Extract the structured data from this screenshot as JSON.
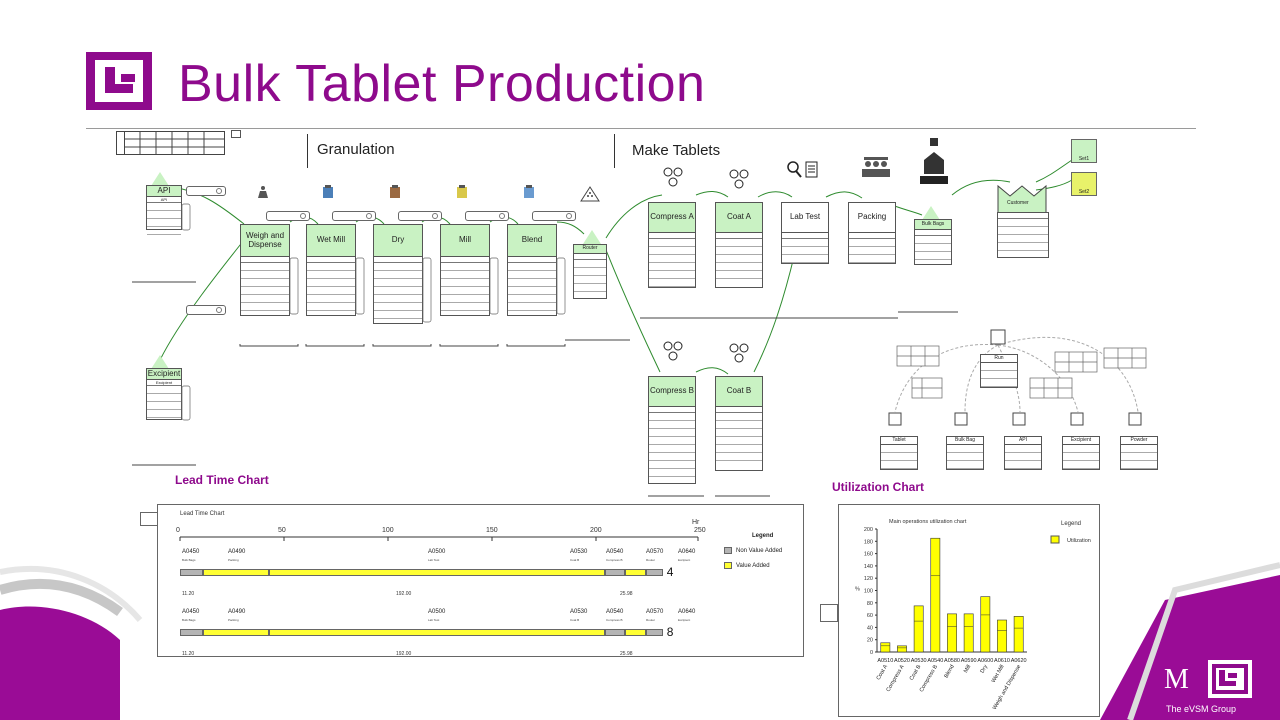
{
  "title": "Bulk Tablet Production",
  "sections": [
    "Granulation",
    "Make Tablets"
  ],
  "suppliers": [
    "API",
    "Excipient"
  ],
  "processes_granulation": [
    "Weigh and Dispense",
    "Wet Mill",
    "Dry",
    "Mill",
    "Blend"
  ],
  "processes_tablets_top": [
    "Compress A",
    "Coat A",
    "Lab Test",
    "Packing"
  ],
  "processes_tablets_bottom": [
    "Compress B",
    "Coat B"
  ],
  "inventory": [
    "Router",
    "Bulk Bags",
    "Customer"
  ],
  "shipments": [
    "Set1",
    "Set2"
  ],
  "bom_nodes": [
    "Run",
    "Tablet",
    "Bulk Bag",
    "API",
    "Excipient",
    "Powder"
  ],
  "charts": {
    "lead_time_title": "Lead Time Chart",
    "utilization_title": "Utilization Chart"
  },
  "lead_time_chart": {
    "inner_title": "Lead Time Chart",
    "axis_ticks": [
      "0",
      "50",
      "100",
      "150",
      "200",
      "250"
    ],
    "axis_unit": "Hr",
    "legend_title": "Legend",
    "legend_items": [
      {
        "label": "Non Value Added",
        "color": "#b4b4b4"
      },
      {
        "label": "Value Added",
        "color": "#ffff33"
      }
    ],
    "activities": [
      "A0450",
      "A0490",
      "A0500",
      "A0530",
      "A0540",
      "A0570",
      "A0640"
    ],
    "activity_subs": [
      "Bulk Bags",
      "Packing",
      "Lab Test",
      "Coat B",
      "Compress B",
      "Router",
      "Excipient"
    ],
    "rows": [
      {
        "count": "4",
        "values": [
          "11.20",
          "192.00",
          "25.98"
        ]
      },
      {
        "count": "8",
        "values": [
          "11.20",
          "192.00",
          "25.98"
        ]
      }
    ]
  },
  "chart_data": {
    "type": "bar",
    "title": "Main operations utilization chart",
    "legend_title": "Legend",
    "series": [
      {
        "name": "Utilization",
        "values": [
          15,
          10,
          75,
          185,
          62,
          62,
          90,
          52,
          58
        ]
      }
    ],
    "categories_top": [
      "A0510",
      "A0520",
      "A0530",
      "A0540",
      "A0580",
      "A0590",
      "A0600",
      "A0610",
      "A0620"
    ],
    "categories": [
      "Coat A",
      "Compress A",
      "Coat B",
      "Compress B",
      "Blend",
      "Mill",
      "Dry",
      "Wet Mill",
      "Weigh and Dispense"
    ],
    "ylabel": "%",
    "ylim": [
      0,
      200
    ],
    "yticks": [
      0,
      20,
      40,
      60,
      80,
      100,
      120,
      140,
      160,
      180,
      200
    ],
    "bar_color": "#ffff00"
  },
  "brand": "The eVSM Group",
  "colors": {
    "accent": "#8e0a8c",
    "process_header": "#c9f2c3",
    "flow": "#2e8b2e"
  }
}
